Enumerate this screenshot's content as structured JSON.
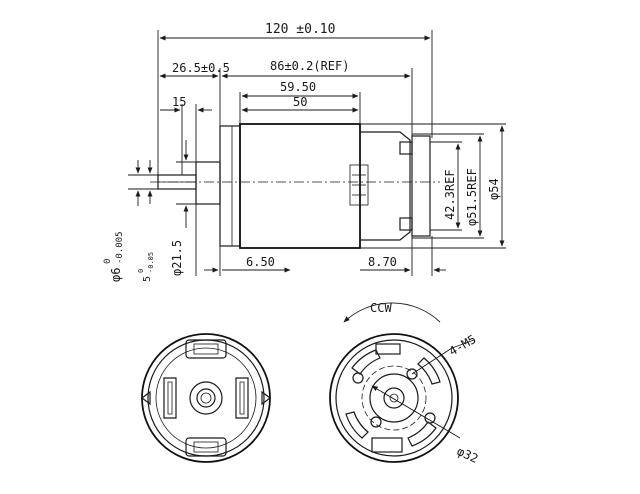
{
  "drawing": {
    "overall_length": "120 ±0.10",
    "front_to_mount": "26.5±0.5",
    "body_ref_length": "86±0.2(REF)",
    "can_length_outer": "59.50",
    "can_length_inner": "50",
    "shaft_length": "15",
    "shaft_dia_main": "φ6",
    "shaft_tol_upper": "0",
    "shaft_tol_lower": "-0.005",
    "shaft_flat": "5",
    "shaft_flat_tol_upper": "0",
    "shaft_flat_tol_lower": "-0.05",
    "boss_dia": "φ21.5",
    "boss_depth": "6.50",
    "terminal_offset": "8.70",
    "terminal_height": "42.3REF",
    "can_dia_ref": "φ51.5REF",
    "outer_dia": "φ54",
    "rotation": "CCW",
    "holes": "4-M5",
    "bolt_circle": "φ32"
  }
}
